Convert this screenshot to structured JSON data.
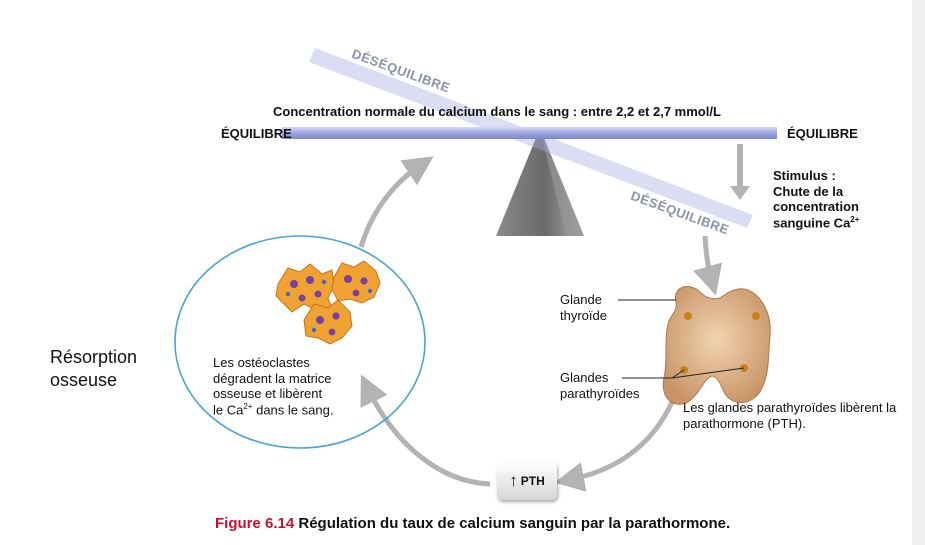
{
  "header": "Concentration normale du calcium dans le sang : entre 2,2 et 2,7 mmol/L",
  "equilibre_left": "ÉQUILIBRE",
  "equilibre_right": "ÉQUILIBRE",
  "desequilibre_top": "DÉSÉQUILIBRE",
  "desequilibre_bottom": "DÉSÉQUILIBRE",
  "stimulus": {
    "title": "Stimulus :",
    "line1": "Chute de la",
    "line2": "concentration",
    "line3_prefix": "sanguine Ca",
    "line3_sup": "2+"
  },
  "thyroid_label": {
    "line1": "Glande",
    "line2": "thyroïde"
  },
  "parathyroid_label": {
    "line1": "Glandes",
    "line2": "parathyroïdes"
  },
  "parathyroid_release": "Les glandes parathyroïdes libèrent la parathormone (PTH).",
  "osteoclast_text": {
    "line1": "Les ostéoclastes",
    "line2": "dégradent la matrice",
    "line3": "osseuse et libèrent",
    "line4_prefix": "le Ca",
    "line4_sup": "2+",
    "line4_suffix": " dans le sang."
  },
  "resorption": {
    "line1": "Résorption",
    "line2": "osseuse"
  },
  "pth_box": {
    "arrow": "↑",
    "label": "PTH"
  },
  "caption": {
    "figure": "Figure 6.14",
    "title": "Régulation du taux de calcium sanguin par la parathormone."
  },
  "colors": {
    "beam": "#8c96d8",
    "fulcrum": "#6e6e6e",
    "arrow": "#b8b8b8",
    "ellipse": "#4aa3d8",
    "caption_red": "#c8102e",
    "thyroid": "#d8a878"
  },
  "icons": {
    "cells": "osteoclast-cells-icon",
    "thyroid": "thyroid-gland-icon",
    "pth_arrow": "up-arrow-icon"
  }
}
